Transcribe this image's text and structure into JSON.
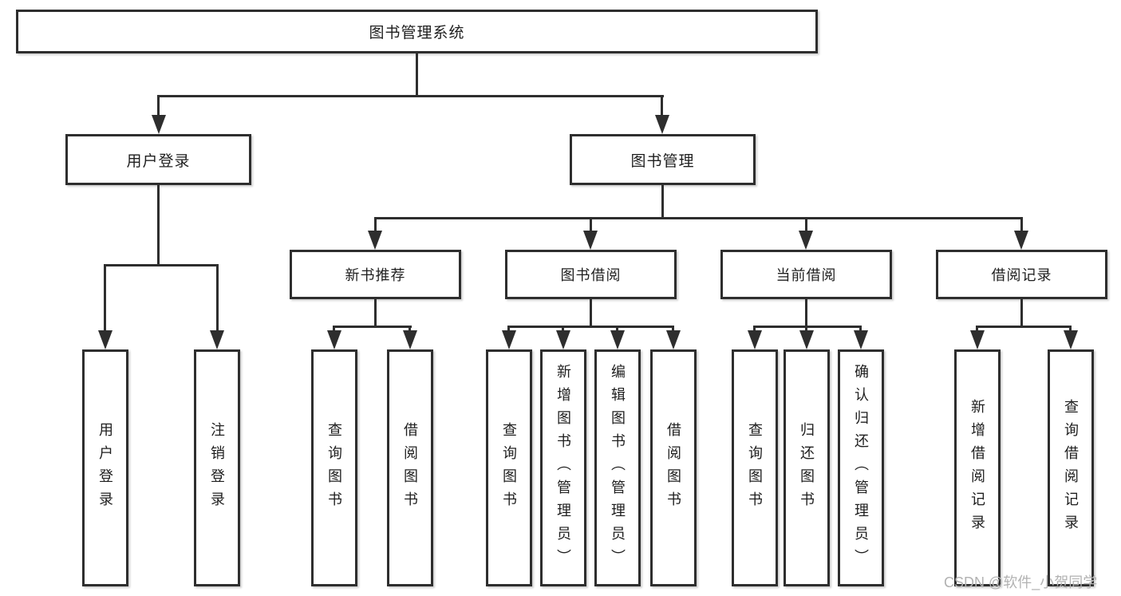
{
  "nodes": {
    "root": "图书管理系统",
    "user_login": "用户登录",
    "book_mgmt": "图书管理",
    "new_book": "新书推荐",
    "book_borrow": "图书借阅",
    "current_borrow": "当前借阅",
    "borrow_record": "借阅记录"
  },
  "leaves": {
    "user_login": [
      "用户登录",
      "注销登录"
    ],
    "new_book": [
      "查询图书",
      "借阅图书"
    ],
    "book_borrow": [
      "查询图书",
      "新增图书（管理员）",
      "编辑图书（管理员）",
      "借阅图书"
    ],
    "current_borrow": [
      "查询图书",
      "归还图书",
      "确认归还（管理员）"
    ],
    "borrow_record": [
      "新增借阅记录",
      "查询借阅记录"
    ]
  },
  "watermark": "CSDN @软件_小贺同学",
  "colors": {
    "line": "#2e2e2e",
    "text": "#1e1e1e",
    "box_fill": "#ffffff",
    "watermark": "#b2b2b2",
    "background": "#ffffff"
  }
}
